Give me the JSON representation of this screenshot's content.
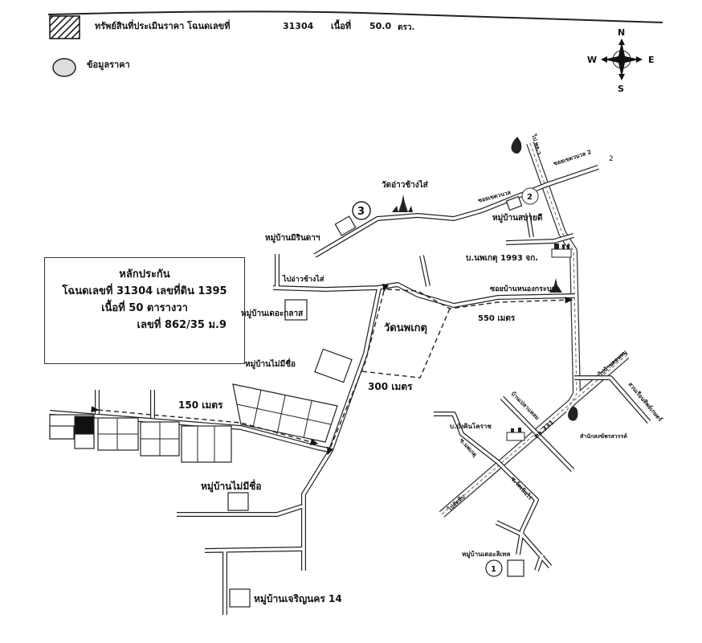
{
  "legend": {
    "subject_label": "ทรัพย์สินที่ประเมินราคา โฉนดเลขที่",
    "deed_no": "31304",
    "area_label": "เนื้อที่",
    "area_value": "50.0",
    "area_unit": "ตรว.",
    "price_data_label": "ข้อมูลราคา"
  },
  "compass": {
    "n": "N",
    "s": "S",
    "e": "E",
    "w": "W"
  },
  "collateral_box": {
    "title": "หลักประกัน",
    "line1": "โฉนดเลขที่ 31304 เลขที่ดิน 1395",
    "line2": "เนื้อที่ 50 ตารางวา",
    "line3": "เลขที่ 862/35 ม.9"
  },
  "markers": {
    "m1": "1",
    "m2": "2",
    "m3": "3"
  },
  "labels": {
    "wat_ao_chang_sai": "วัดอ่าวช้างไส่",
    "mb_mirindara": "หมู่บ้านมิรินดาฯ",
    "mb_sabaidee": "หมู่บ้านสบายดี",
    "to_pl_w": "ไป พล.ว",
    "road_2": "2",
    "soi_2": "ซอยเขตวนวล 2",
    "soi_sabai": "ซอยเขตวนวล",
    "b_noppaket": "บ.นพเกตุ 1993 จก.",
    "soi_nong_krabok": "ซอยบ้านหนองกระบาก",
    "to_ao_chang_sai": "ไปอ่าวช้างไส่",
    "mb_krakrathas": "หมู่บ้านเดอะกลาส",
    "wat_noppaket": "วัดนพเกตุ",
    "dist_550": "550 เมตร",
    "mb_no_name_1": "หมู่บ้านไม่มีชื่อ",
    "dist_300": "300 เมตร",
    "dist_150": "150 เมตร",
    "mb_no_name_2": "หมู่บ้านไม่มีชื่อ",
    "mb_charoen": "หมู่บ้านเจริญนคร 14",
    "hwy_331": "ทล.331",
    "to_ban_don": "ไปบ้านดอนหมู",
    "suan_ruean": "สวนเรือนทิพย์เกษตร์",
    "ban_plao": "บ้านเปลาแหลม",
    "b_bangkhen": "บ.บังคินโคราช",
    "samnak_song": "สำนักสงฆ์พรสวรรค์",
    "soi_left": "ซ.นพเกตุ",
    "soi_wat": "ซ.วัดเนินไร่",
    "to_sattahip": "ไปสัตหีบ",
    "mb_the_lake": "หมู่บ้านเดอะลิเทล"
  }
}
